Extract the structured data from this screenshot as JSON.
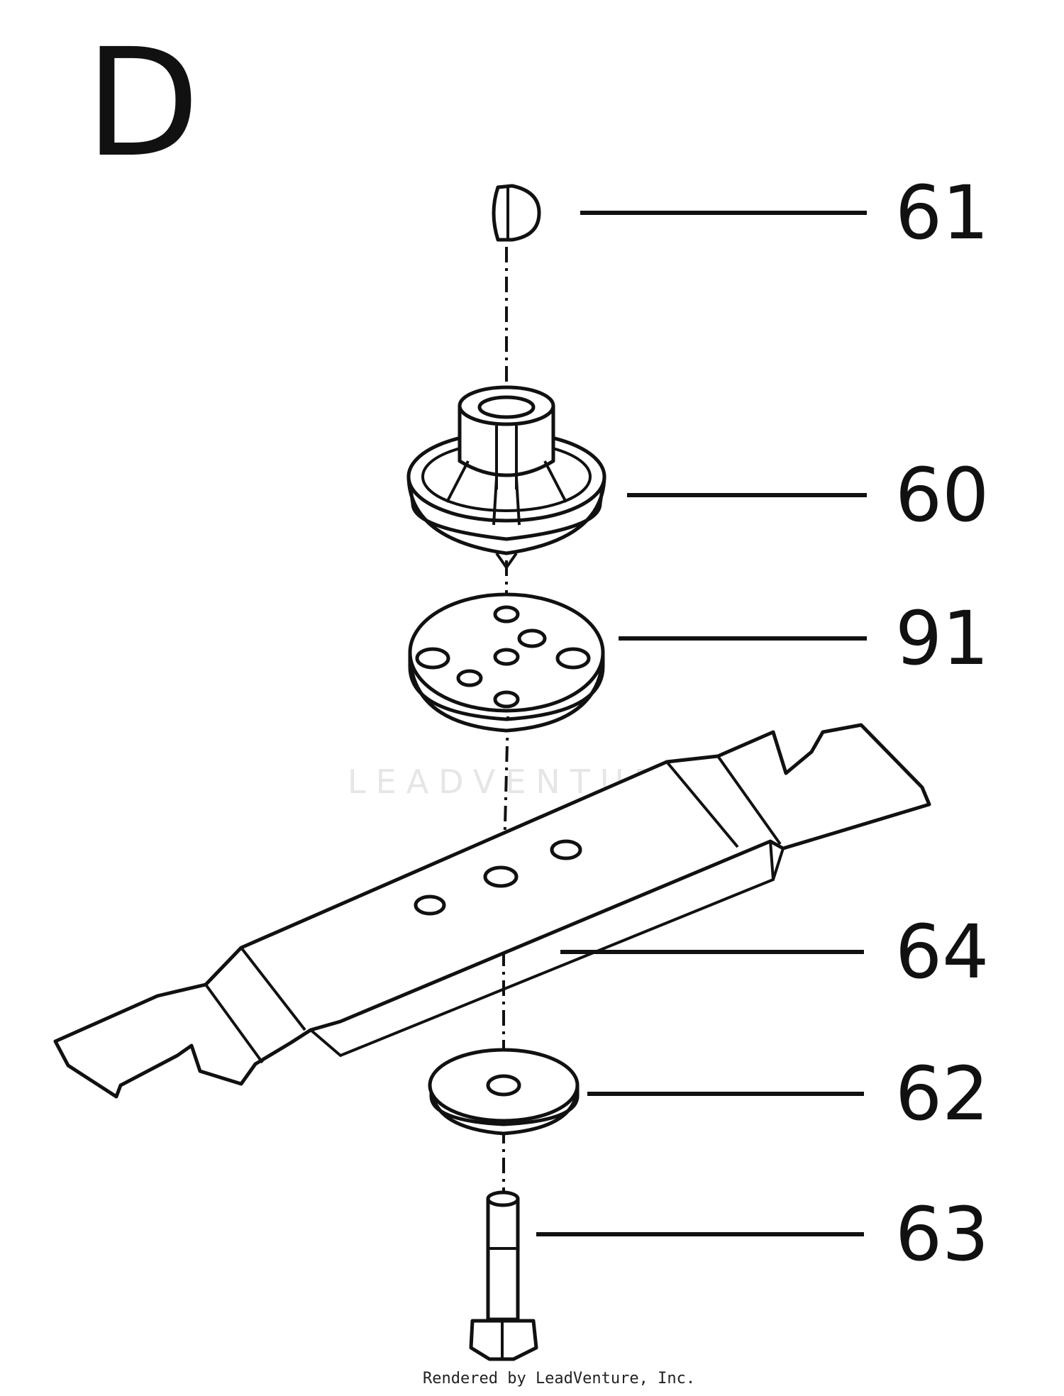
{
  "section_letter": "D",
  "callouts": [
    {
      "id": "61",
      "label": "61"
    },
    {
      "id": "60",
      "label": "60"
    },
    {
      "id": "91",
      "label": "91"
    },
    {
      "id": "64",
      "label": "64"
    },
    {
      "id": "62",
      "label": "62"
    },
    {
      "id": "63",
      "label": "63"
    }
  ],
  "watermark_text": "LEADVENTURE",
  "footer_credit": "Rendered by LeadVenture, Inc."
}
